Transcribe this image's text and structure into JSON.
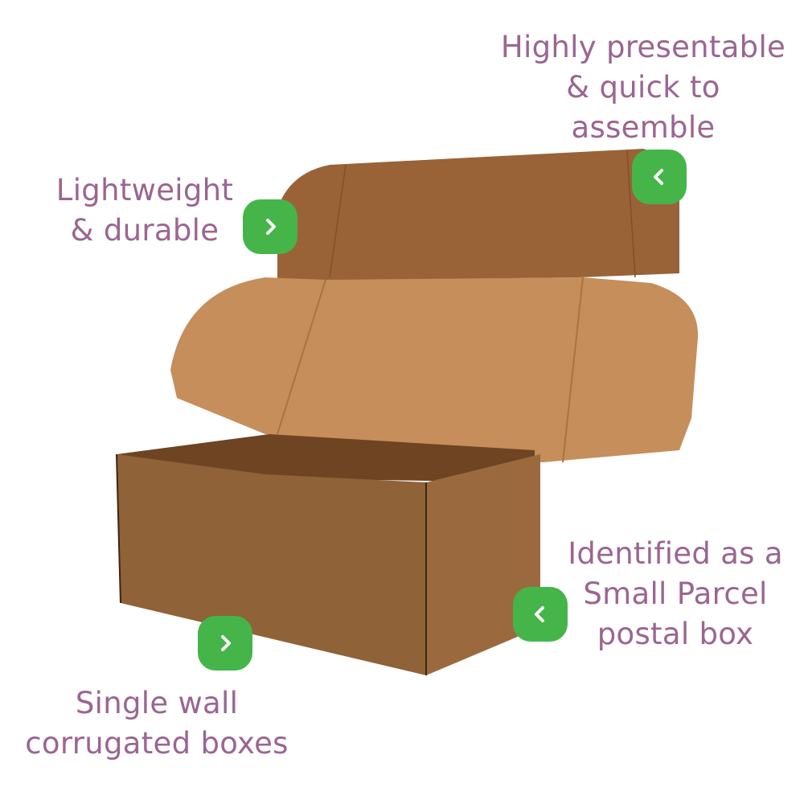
{
  "colors": {
    "text": "#9b6591",
    "badge": "#45b54a",
    "box_back_flap": "#9a6237",
    "box_lid": "#c58e5b",
    "box_front": "#8f6238",
    "box_side": "#9a6a3e",
    "box_inner": "#6e4423"
  },
  "features": [
    {
      "id": "top-right",
      "lines": [
        "Highly presentable",
        "& quick to",
        "assemble"
      ],
      "badge_icon": "chevron-left-icon"
    },
    {
      "id": "top-left",
      "lines": [
        "Lightweight",
        "& durable"
      ],
      "badge_icon": "chevron-right-icon"
    },
    {
      "id": "bottom-right",
      "lines": [
        "Identified as a",
        "Small Parcel",
        "postal box"
      ],
      "badge_icon": "chevron-left-icon"
    },
    {
      "id": "bottom-left",
      "lines": [
        "Single wall",
        "corrugated boxes"
      ],
      "badge_icon": "chevron-right-icon"
    }
  ]
}
